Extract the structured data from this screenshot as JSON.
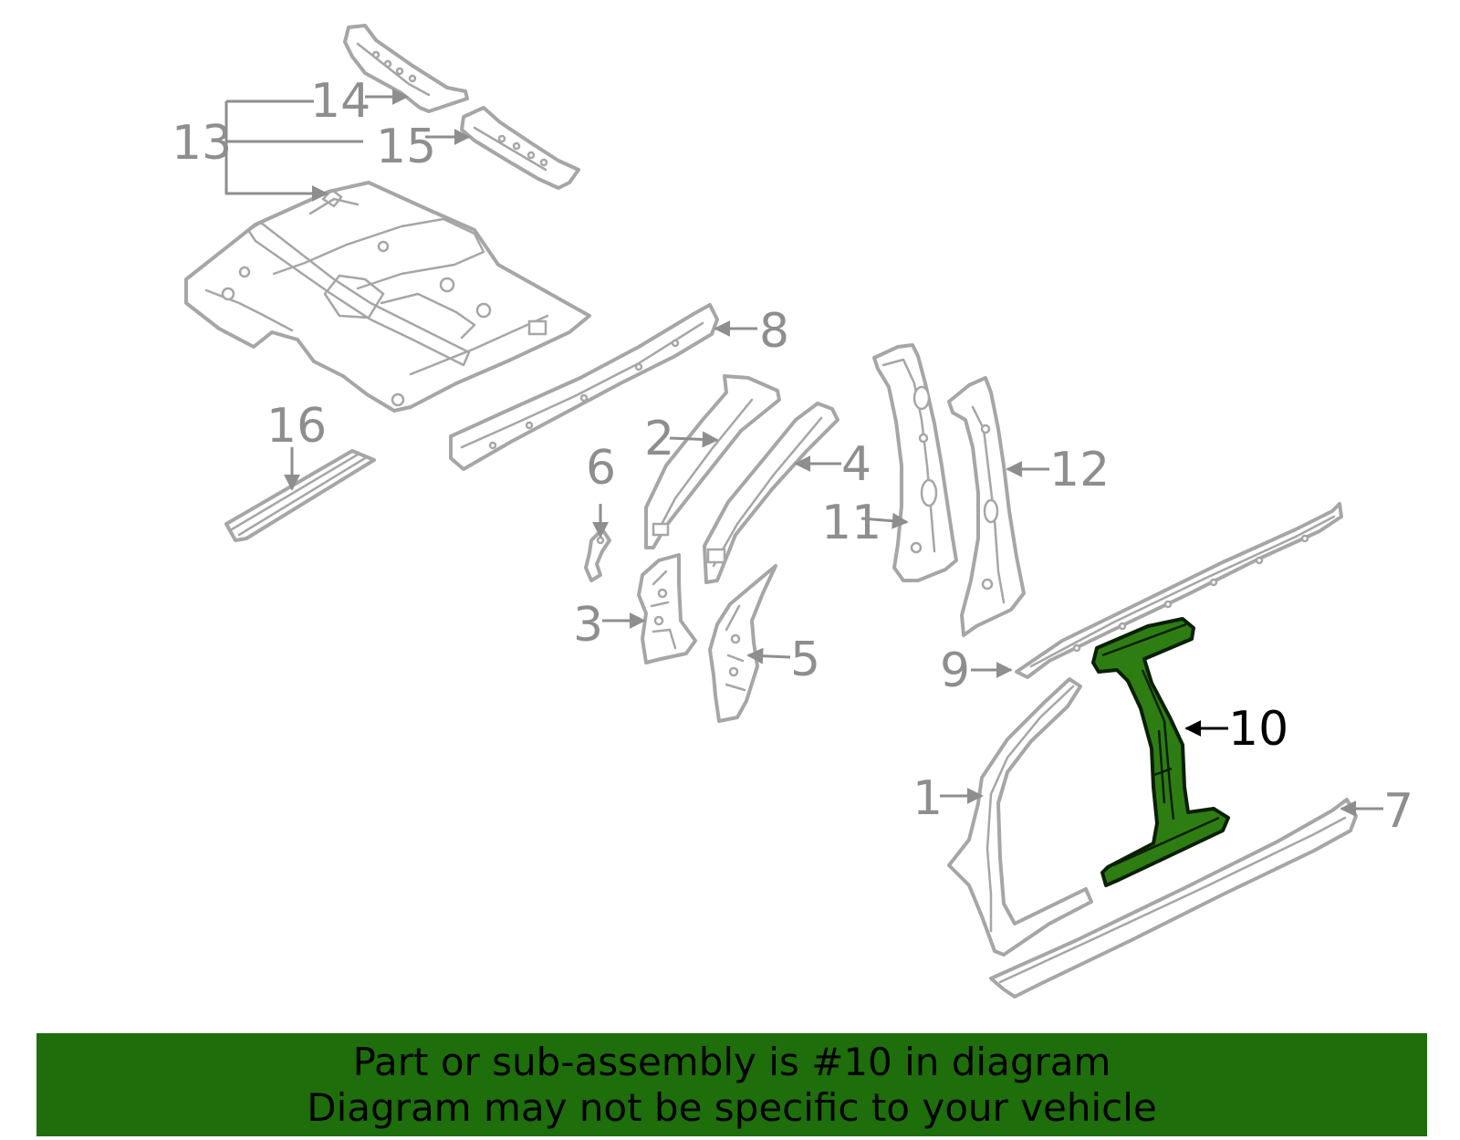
{
  "diagram": {
    "highlighted_part": "10",
    "highlight_color": "#2e7d12",
    "outline_color": "#a6a6a6",
    "callouts": [
      "1",
      "2",
      "3",
      "4",
      "5",
      "6",
      "7",
      "8",
      "9",
      "10",
      "11",
      "12",
      "13",
      "14",
      "15",
      "16"
    ]
  },
  "banner": {
    "line1": "Part or sub-assembly is #10 in diagram",
    "line2": "Diagram may not be specific to your vehicle",
    "background": "#1e6e0c"
  }
}
